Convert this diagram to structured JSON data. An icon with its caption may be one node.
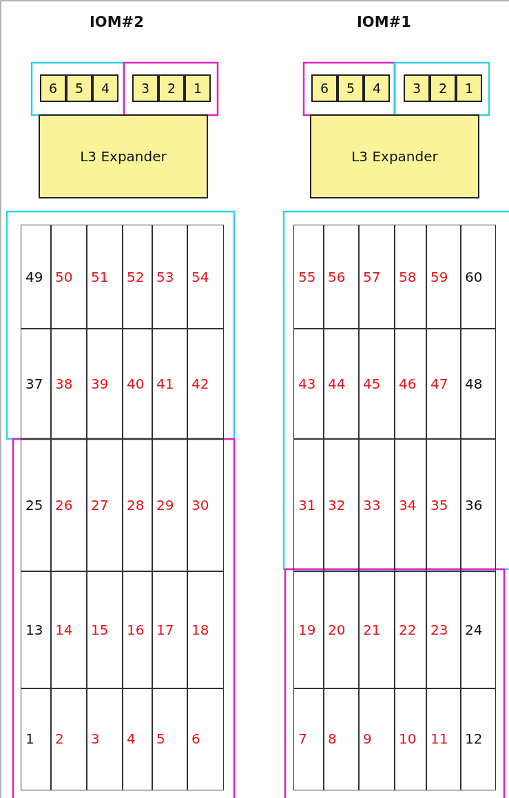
{
  "diagram": {
    "nodes": [
      {
        "text": [
          "6"
        ]
      },
      {
        "text": [
          "5"
        ]
      },
      {
        "text": [
          "4"
        ]
      },
      {
        "text": [
          "3"
        ]
      },
      {
        "text": [
          "2"
        ]
      },
      {
        "text": [
          "1"
        ]
      },
      {
        "text": [
          "6"
        ]
      },
      {
        "text": [
          "5"
        ]
      },
      {
        "text": [
          "4"
        ]
      },
      {
        "text": [
          "3"
        ]
      },
      {
        "text": [
          "2"
        ]
      },
      {
        "text": [
          "1"
        ]
      },
      {
        "text": [
          "L3 Expander"
        ]
      },
      {
        "text": [
          "L3 Expander"
        ]
      },
      {
        "text": [
          "49"
        ]
      },
      {
        "text": [
          "50"
        ]
      },
      {
        "text": [
          "51"
        ]
      },
      {
        "text": [
          "52"
        ]
      },
      {
        "text": [
          "53"
        ]
      },
      {
        "text": [
          "54"
        ]
      },
      {
        "text": [
          "55"
        ]
      },
      {
        "text": [
          "56"
        ]
      },
      {
        "text": [
          "57"
        ]
      },
      {
        "text": [
          "58"
        ]
      },
      {
        "text": [
          "59"
        ]
      },
      {
        "text": [
          "60"
        ]
      },
      {
        "text": [
          "37"
        ]
      },
      {
        "text": [
          "38"
        ]
      },
      {
        "text": [
          "39"
        ]
      },
      {
        "text": [
          "40"
        ]
      },
      {
        "text": [
          "41"
        ]
      },
      {
        "text": [
          "42"
        ]
      },
      {
        "text": [
          "43"
        ]
      },
      {
        "text": [
          "44"
        ]
      },
      {
        "text": [
          "45"
        ]
      },
      {
        "text": [
          "46"
        ]
      },
      {
        "text": [
          "47"
        ]
      },
      {
        "text": [
          "48"
        ]
      },
      {
        "text": [
          "25"
        ]
      },
      {
        "text": [
          "26"
        ]
      },
      {
        "text": [
          "27"
        ]
      },
      {
        "text": [
          "28"
        ]
      },
      {
        "text": [
          "29"
        ]
      },
      {
        "text": [
          "30"
        ]
      },
      {
        "text": [
          "31"
        ]
      },
      {
        "text": [
          "32"
        ]
      },
      {
        "text": [
          "33"
        ]
      },
      {
        "text": [
          "34"
        ]
      },
      {
        "text": [
          "35"
        ]
      },
      {
        "text": [
          "36"
        ]
      },
      {
        "text": [
          "13"
        ]
      },
      {
        "text": [
          "14"
        ]
      },
      {
        "text": [
          "15"
        ]
      },
      {
        "text": [
          "16"
        ]
      },
      {
        "text": [
          "17"
        ]
      },
      {
        "text": [
          "18"
        ]
      },
      {
        "text": [
          "19"
        ]
      },
      {
        "text": [
          "20"
        ]
      },
      {
        "text": [
          "21"
        ]
      },
      {
        "text": [
          "22"
        ]
      },
      {
        "text": [
          "23"
        ]
      },
      {
        "text": [
          "24"
        ]
      },
      {
        "text": [
          "1"
        ]
      },
      {
        "text": [
          "2"
        ]
      },
      {
        "text": [
          "3"
        ]
      },
      {
        "text": [
          "4"
        ]
      },
      {
        "text": [
          "5"
        ]
      },
      {
        "text": [
          "6"
        ]
      },
      {
        "text": [
          "7"
        ]
      },
      {
        "text": [
          "8"
        ]
      },
      {
        "text": [
          "9"
        ]
      },
      {
        "text": [
          "10"
        ]
      },
      {
        "text": [
          "11"
        ]
      },
      {
        "text": [
          "12"
        ]
      }
    ],
    "labels": [
      "IOM#2",
      "IOM#1"
    ]
  }
}
